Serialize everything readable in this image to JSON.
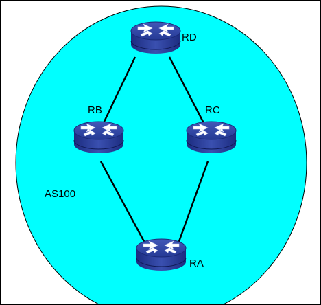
{
  "diagram": {
    "area_label": "AS100",
    "area_fill": "#00ffff",
    "routers": [
      {
        "id": "RD",
        "label": "RD",
        "icon": "router-icon"
      },
      {
        "id": "RB",
        "label": "RB",
        "icon": "router-icon"
      },
      {
        "id": "RC",
        "label": "RC",
        "icon": "router-icon"
      },
      {
        "id": "RA",
        "label": "RA",
        "icon": "router-icon"
      }
    ],
    "links": [
      {
        "from": "RD",
        "to": "RB"
      },
      {
        "from": "RD",
        "to": "RC"
      },
      {
        "from": "RB",
        "to": "RA"
      },
      {
        "from": "RC",
        "to": "RA"
      }
    ],
    "colors": {
      "router_top": "#2a3e9a",
      "router_side": "#1a2a78",
      "router_arrows": "#ffffff",
      "link": "#000000"
    }
  }
}
